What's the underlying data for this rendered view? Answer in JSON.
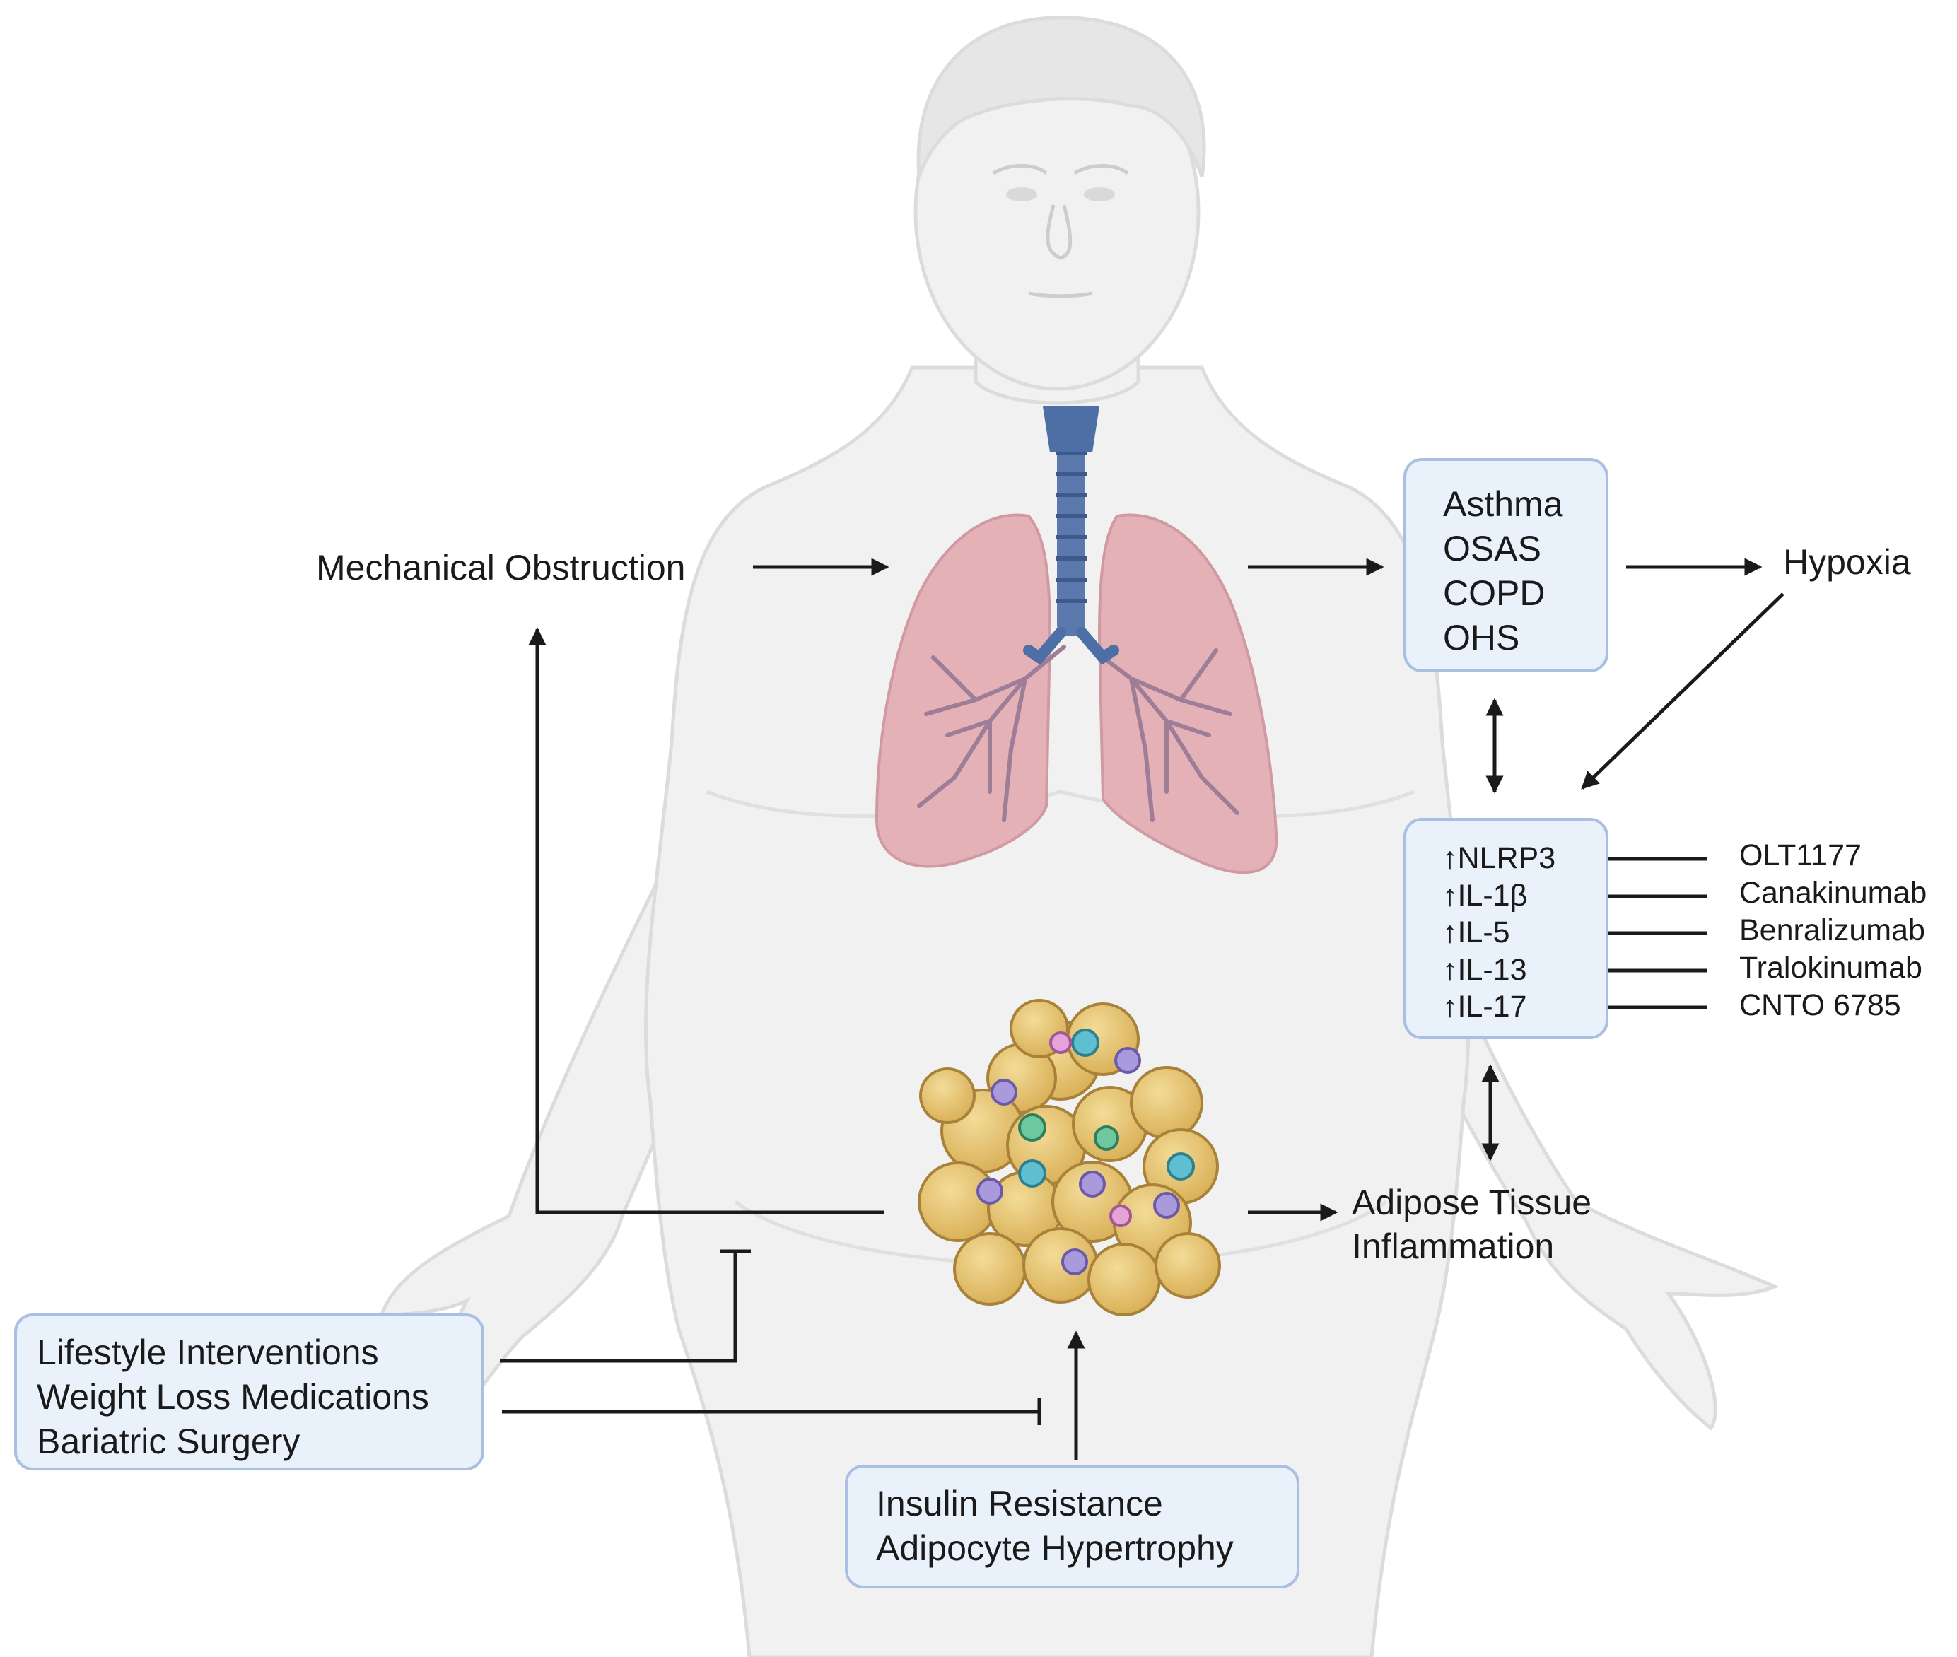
{
  "mechanical_obstruction": "Mechanical Obstruction",
  "hypoxia": "Hypoxia",
  "respiratory_conditions": [
    "Asthma",
    "OSAS",
    "COPD",
    "OHS"
  ],
  "up_arrow_symbol": "↑",
  "cytokines": [
    "NLRP3",
    "IL-1β",
    "IL-5",
    "IL-13",
    "IL-17"
  ],
  "inhibitors": [
    "OLT1177",
    "Canakinumab",
    "Benralizumab",
    "Tralokinumab",
    "CNTO 6785"
  ],
  "adipose_inflammation": [
    "Adipose Tissue",
    "Inflammation"
  ],
  "interventions": [
    "Lifestyle Interventions",
    "Weight Loss Medications",
    "Bariatric Surgery"
  ],
  "drivers": [
    "Insulin Resistance",
    "Adipocyte Hypertrophy"
  ],
  "colors": {
    "body_fill": "#f1f1f1",
    "body_outline": "#dcdcdc",
    "box_fill": "#e9f1fb",
    "box_border": "#aac0e2",
    "lung_fill": "#e4b1b7",
    "airway": "#4d6fa6",
    "adipocyte": "#e7c777",
    "arrow": "#1a1a1a"
  }
}
